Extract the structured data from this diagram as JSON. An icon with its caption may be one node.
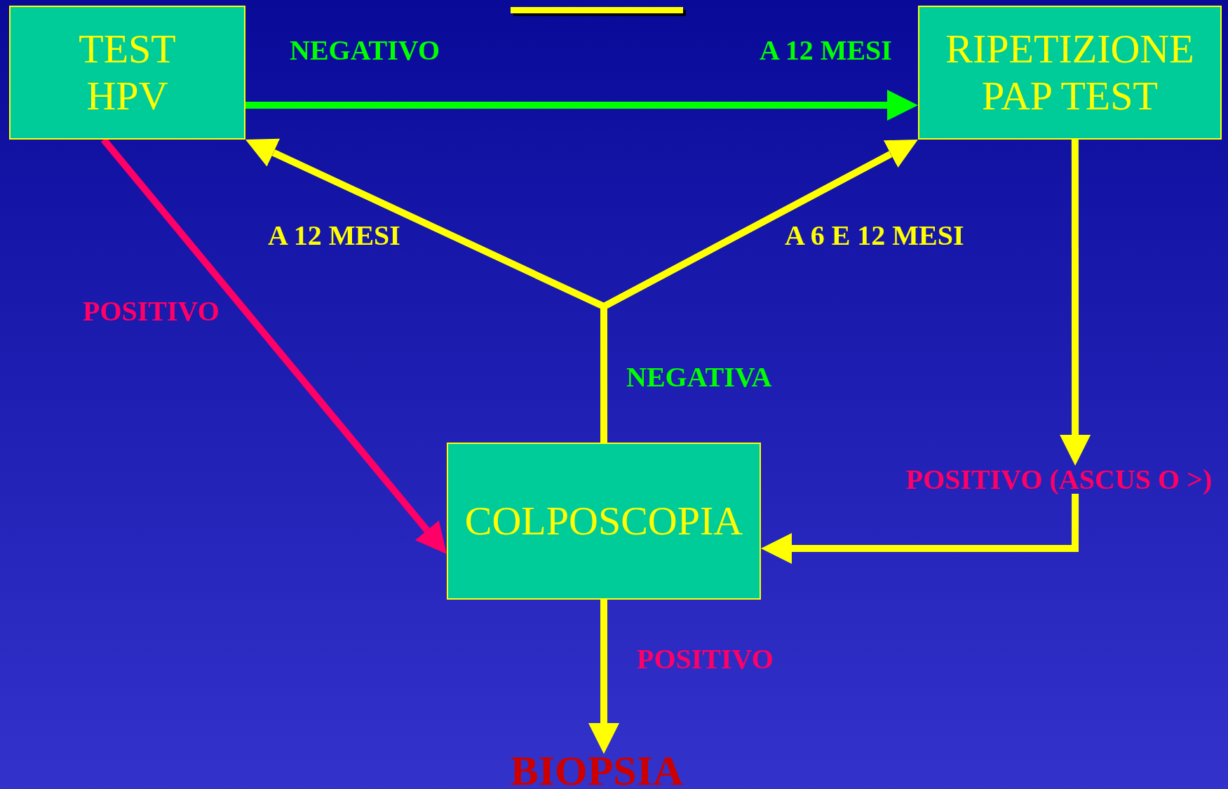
{
  "diagram": {
    "nodes": [
      {
        "text": [
          "TEST HPV"
        ]
      },
      {
        "text": [
          "RIPETIZIONE PAP TEST"
        ]
      },
      {
        "text": [
          "COLPOSCOPIA"
        ]
      },
      {
        "text": [
          "BIOPSIA"
        ]
      },
      {
        "text": [
          "POSITIVO (ASCUS O >)"
        ]
      }
    ],
    "edges": [
      {
        "from": 0,
        "to": 1,
        "arrow": "to",
        "label": "NEGATIVO",
        "color": "#00ff00"
      },
      {
        "from": 0,
        "to": 2,
        "arrow": "to",
        "label": "POSITIVO",
        "color": "#ff0066"
      },
      {
        "from": 2,
        "to": 0,
        "arrow": "to",
        "label": "A 12 MESI"
      },
      {
        "from": 2,
        "to": 1,
        "arrow": "to",
        "label": "A 6 E 12 MESI"
      },
      {
        "from": 1,
        "to": 4,
        "arrow": "to"
      },
      {
        "from": 4,
        "to": 2,
        "arrow": "to"
      },
      {
        "from": 2,
        "to": 3,
        "arrow": "to",
        "label": "POSITIVO"
      }
    ],
    "labels": [
      "A 12 MESI",
      "NEGATIVA"
    ]
  }
}
